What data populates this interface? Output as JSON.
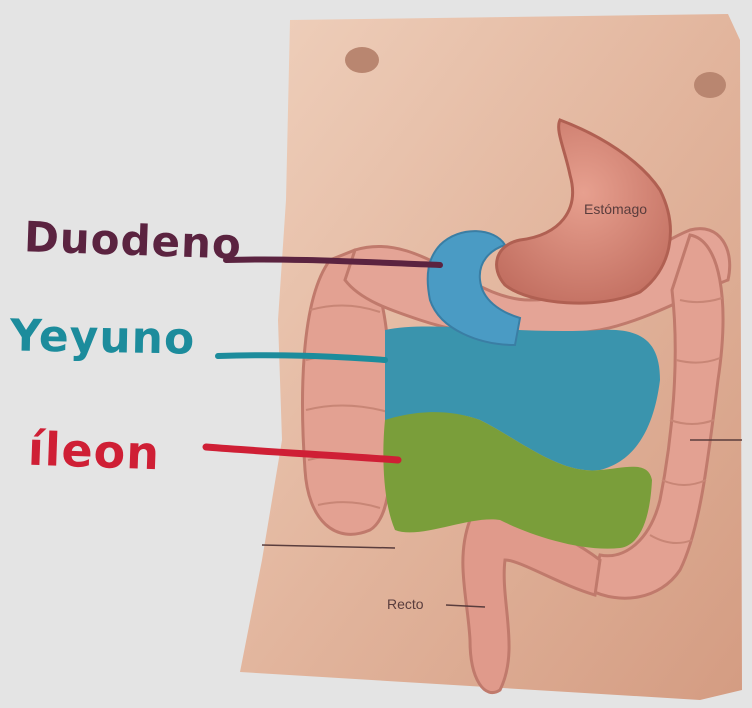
{
  "labels": {
    "duodeno": "Duodeno",
    "yeyuno": "Yeyuno",
    "ileon": "íleon"
  },
  "printed_labels": {
    "estomago": "Estómago",
    "recto": "Recto"
  },
  "colors": {
    "duodeno": "#5b2340",
    "yeyuno": "#1c8c9c",
    "ileon": "#cf1f35",
    "yeyuno_fill": "#3a94ad",
    "ileon_fill": "#7a9e3a"
  }
}
